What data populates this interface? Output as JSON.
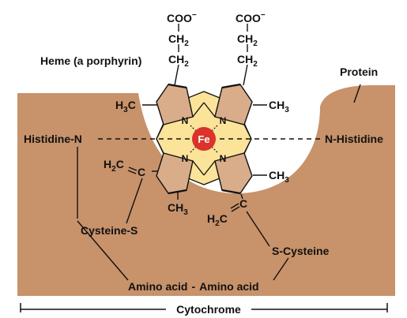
{
  "colors": {
    "protein": "#C8926A",
    "pyrrole_ring": "#D9AC8A",
    "porphyrin_core": "#FCE39A",
    "iron": "#D9332B",
    "iron_label": "#FFFFFF",
    "lines": "#111111",
    "background": "#FFFFFF"
  },
  "labels": {
    "heme": "Heme (a porphyrin)",
    "protein": "Protein",
    "histidine_left": "Histidine-N",
    "histidine_right": "N-Histidine",
    "cysteine_left": "Cysteine-S",
    "cysteine_right": "S-Cysteine",
    "amino_acid_left": "Amino acid",
    "amino_acid_sep": "-",
    "amino_acid_right": "Amino acid",
    "cytochrome": "Cytochrome"
  },
  "chem": {
    "coo": "COO",
    "coo_charge": "−",
    "ch2": "CH",
    "two": "2",
    "three": "3",
    "h3c_h": "H",
    "h3c_c": "C",
    "ch3": "CH",
    "h2c_h": "H",
    "h2c_c": "C",
    "c": "C",
    "n": "N",
    "fe": "Fe"
  }
}
